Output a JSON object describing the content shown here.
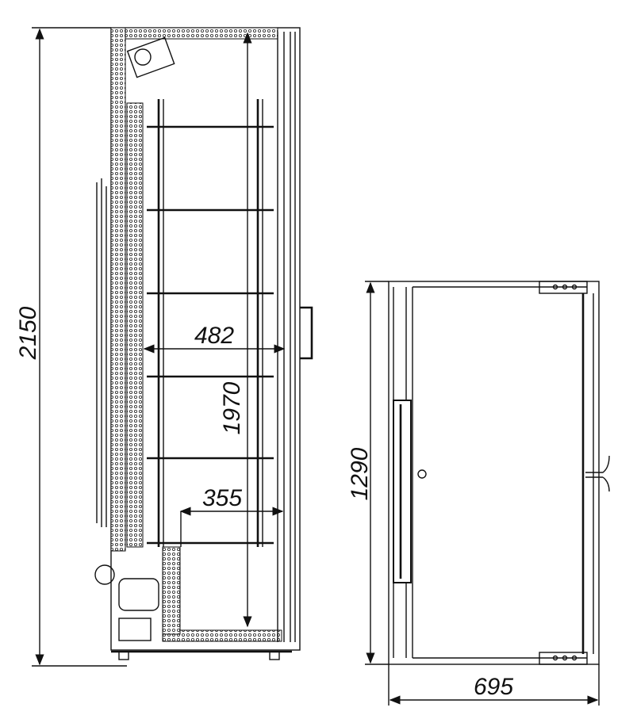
{
  "drawing": {
    "side_view": {
      "overall_height": "2150",
      "interior_width": "482",
      "interior_height": "1970",
      "shelf_depth": "355"
    },
    "front_view": {
      "height": "1290",
      "width": "695"
    }
  }
}
